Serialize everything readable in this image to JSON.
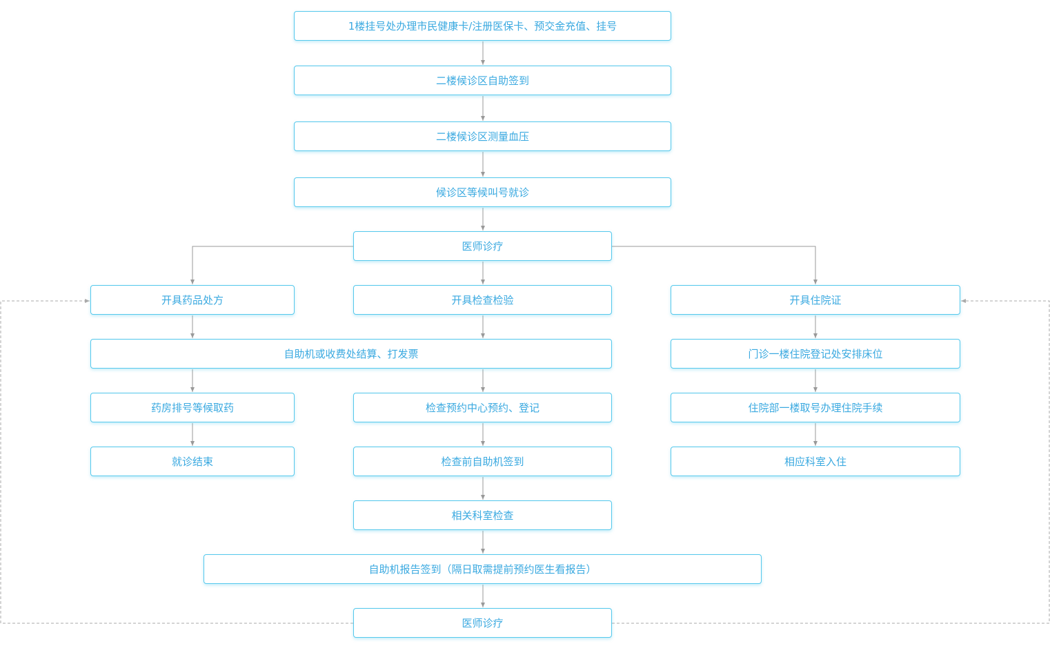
{
  "colors": {
    "node_border": "#55c8ec",
    "node_text": "#3aa9e0",
    "arrow": "#999999",
    "dashed": "#aaaaaa"
  },
  "nodes": {
    "registration": "1楼挂号处办理市民健康卡/注册医保卡、预交金充值、挂号",
    "self_checkin": "二楼候诊区自助签到",
    "blood_pressure": "二楼候诊区测量血压",
    "wait_call": "候诊区等候叫号就诊",
    "consultation": "医师诊疗",
    "prescription": "开具药品处方",
    "exam_order": "开具检查检验",
    "admission_cert": "开具住院证",
    "payment": "自助机或收费处结算、打发票",
    "inpatient_registration": "门诊一楼住院登记处安排床位",
    "pharmacy_queue": "药房排号等候取药",
    "exam_booking": "检查预约中心预约、登记",
    "inpatient_procedures": "住院部一楼取号办理住院手续",
    "visit_end": "就诊结束",
    "pre_exam_checkin": "检查前自助机签到",
    "ward_admission": "相应科室入住",
    "department_exam": "相关科室检查",
    "report_checkin": "自助机报告签到（隔日取需提前预约医生看报告）",
    "consultation_final": "医师诊疗"
  }
}
